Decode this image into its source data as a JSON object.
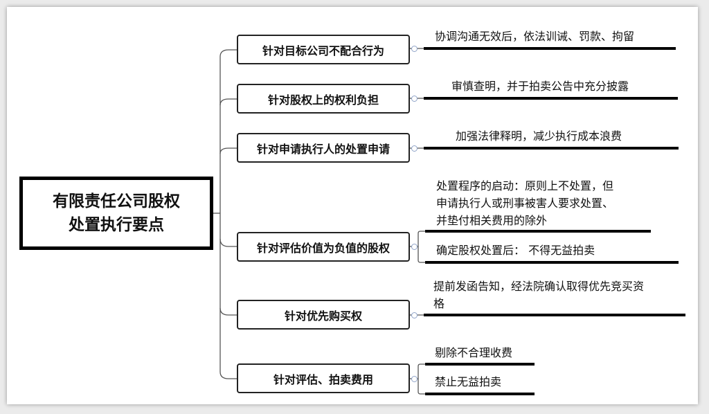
{
  "root": {
    "line1": "有限责任公司股权",
    "line2": "处置执行要点"
  },
  "branches": [
    {
      "label": "针对目标公司不配合行为",
      "leaves": [
        "协调沟通无效后，依法训诫、罚款、拘留"
      ]
    },
    {
      "label": "针对股权上的权利负担",
      "leaves": [
        "审慎查明，并于拍卖公告中充分披露"
      ]
    },
    {
      "label": "针对申请执行人的处置申请",
      "leaves": [
        "加强法律释明，减少执行成本浪费"
      ]
    },
    {
      "label": "针对评估价值为负值的股权",
      "leaves": [
        {
          "line1": "处置程序的启动：原则上不处置，但",
          "line2": "申请执行人或刑事被害人要求处置、",
          "line3": "并垫付相关费用的除外"
        },
        "确定股权处置后：  不得无益拍卖"
      ]
    },
    {
      "label": "针对优先购买权",
      "leaves": [
        {
          "line1": "提前发函告知，经法院确认取得优先竞买资",
          "line2": "格"
        }
      ]
    },
    {
      "label": "针对评估、拍卖费用",
      "leaves": [
        "剔除不合理收费",
        "禁止无益拍卖"
      ]
    }
  ]
}
